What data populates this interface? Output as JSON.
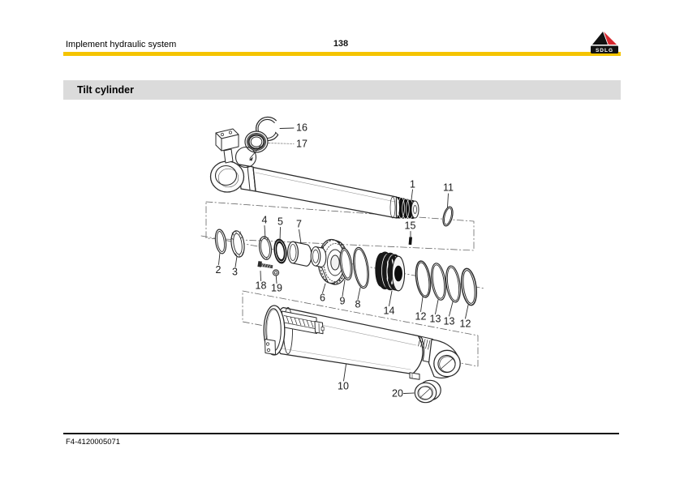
{
  "header": {
    "title": "Implement hydraulic system",
    "page_number": "138",
    "logo": {
      "text": "SDLG"
    }
  },
  "section": {
    "title": "Tilt cylinder"
  },
  "colors": {
    "accent_yellow": "#F5C400",
    "title_bar_gray": "#DBDBDB",
    "logo_red": "#D7282F",
    "logo_black": "#111111",
    "line_art": "#2B2B2B"
  },
  "diagram": {
    "name": "Tilt cylinder exploded parts view",
    "callouts": {
      "n1": "1",
      "n2": "2",
      "n3": "3",
      "n4": "4",
      "n5": "5",
      "n6": "6",
      "n7": "7",
      "n8": "8",
      "n9": "9",
      "n10": "10",
      "n11": "11",
      "n12a": "12",
      "n13a": "13",
      "n13b": "13",
      "n12b": "12",
      "n14": "14",
      "n15": "15",
      "n16": "16",
      "n17": "17",
      "n18": "18",
      "n19": "19",
      "n20": "20"
    }
  },
  "footer": {
    "doc_number": "F4-4120005071"
  }
}
